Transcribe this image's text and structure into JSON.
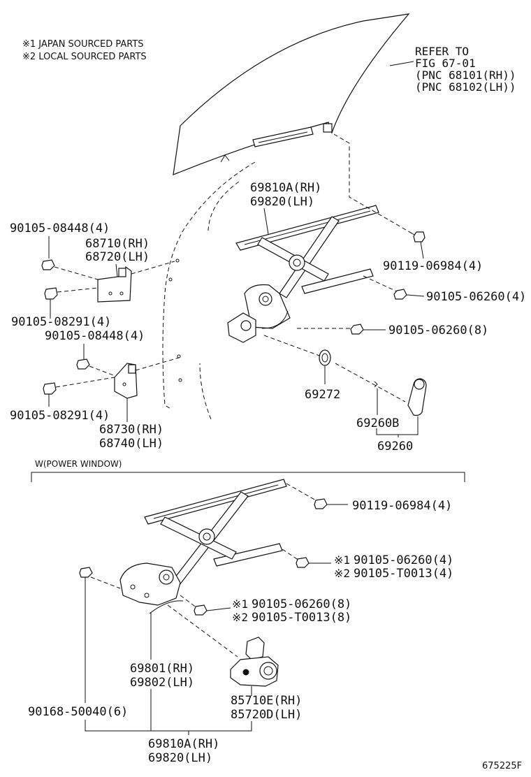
{
  "notes": {
    "note1": "※1 JAPAN SOURCED PARTS",
    "note2": "※2 LOCAL SOURCED PARTS"
  },
  "refer": {
    "line1": "REFER TO",
    "line2": "FIG 67-01",
    "line3": "(PNC 68101(RH))",
    "line4": "(PNC 68102(LH))"
  },
  "upper": {
    "regulator_rh": "69810A(RH)",
    "regulator_lh": "69820(LH)",
    "bolt_0448_top": "90105-08448(4)",
    "hinge_upper_rh": "68710(RH)",
    "hinge_upper_lh": "68720(LH)",
    "bolt_0291_top": "90105-08291(4)",
    "bolt_0448_mid": "90105-08448(4)",
    "bolt_0291_bottom": "90105-08291(4)",
    "hinge_lower_rh": "68730(RH)",
    "hinge_lower_lh": "68740(LH)",
    "bolt_06984": "90119-06984(4)",
    "bolt_06260_4": "90105-06260(4)",
    "bolt_06260_8": "90105-06260(8)",
    "part_69272": "69272",
    "part_69260b": "69260B",
    "part_69260": "69260"
  },
  "section_title": "W(POWER WINDOW)",
  "lower": {
    "bolt_06984": "90119-06984(4)",
    "mark1": "※1",
    "mark2": "※2",
    "bolt_06260_4": "90105-06260(4)",
    "bolt_t0013_4": "90105-T0013(4)",
    "bolt_06260_8": "90105-06260(8)",
    "bolt_t0013_8": "90105-T0013(8)",
    "regulator_sub_rh": "69801(RH)",
    "regulator_sub_lh": "69802(LH)",
    "motor_rh": "85710E(RH)",
    "motor_lh": "85720D(LH)",
    "bolt_50040": "90168-50040(6)",
    "regulator_rh": "69810A(RH)",
    "regulator_lh": "69820(LH)"
  },
  "figure_id": "675225F"
}
